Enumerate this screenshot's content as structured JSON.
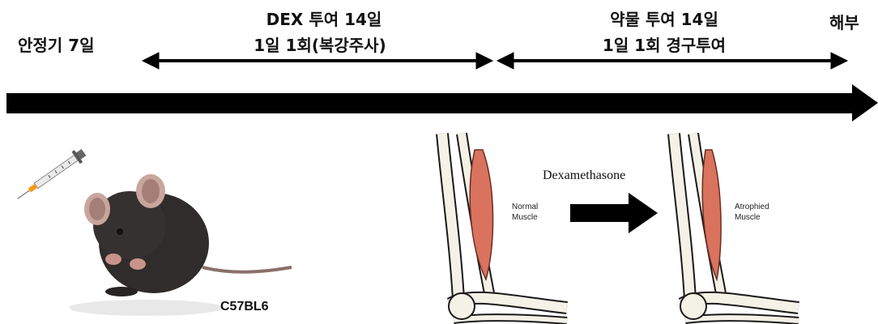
{
  "timeline": {
    "phase1": {
      "label": "안정기 7일"
    },
    "phase2": {
      "line1": "DEX 투여 14일",
      "line2": "1일 1회(복강주사)"
    },
    "phase3": {
      "line1": "약물 투여 14일",
      "line2": "1일 1회 경구투여"
    },
    "end": {
      "label": "해부"
    }
  },
  "mouse": {
    "strain": "C57BL6"
  },
  "muscle": {
    "treatment": "Dexamethasone",
    "normal_label": [
      "Normal",
      "Muscle"
    ],
    "atrophied_label": [
      "Atrophied",
      "Muscle"
    ]
  },
  "colors": {
    "arrow": "#000000",
    "muscle": "#d9735d",
    "bone": "#f4f1e6",
    "mouse": "#2f2c2b",
    "syringe_tip": "#f39a1a"
  }
}
